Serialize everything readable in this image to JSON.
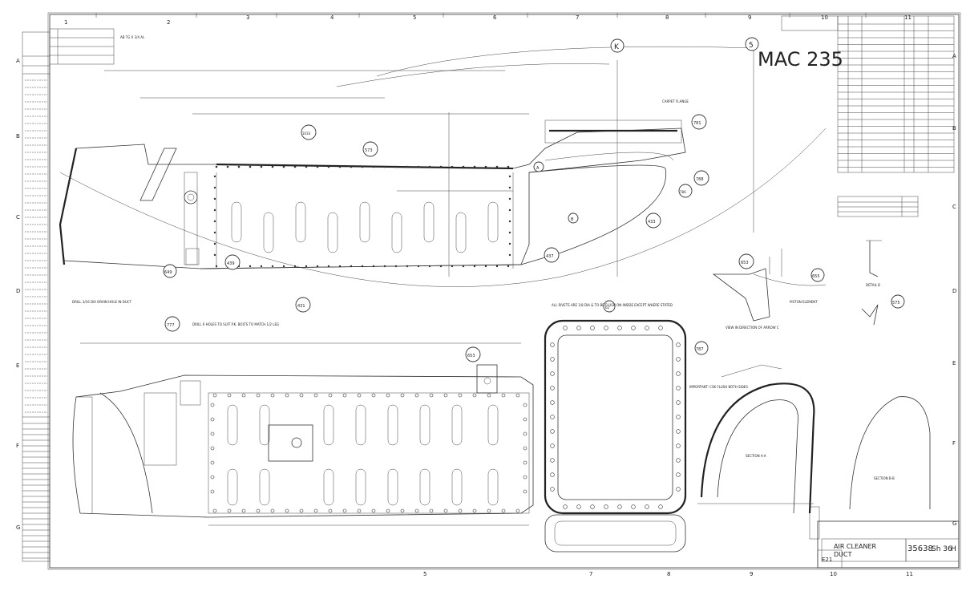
{
  "drawing": {
    "number_mark": "MAC 235",
    "title_line1": "AIR CLEANER",
    "title_line2": "DUCT",
    "sheet_number": "35638",
    "sheet_code": "Sh 36",
    "rev_letter": "H",
    "block_code": "E21",
    "zone_top": [
      "1",
      "2",
      "3",
      "4",
      "5",
      "6",
      "7",
      "8",
      "9",
      "10",
      "11"
    ],
    "zone_bottom": [
      "5",
      "7",
      "8",
      "9",
      "10",
      "11"
    ],
    "zone_left": [
      "A",
      "B",
      "C",
      "D",
      "E",
      "F",
      "G"
    ],
    "zone_right": [
      "A",
      "B",
      "C",
      "D",
      "E",
      "F",
      "G"
    ]
  },
  "callouts": {
    "k": "K",
    "five": "5",
    "a": "A",
    "b": "B",
    "c573": "573",
    "c1033": "1033",
    "c781": "781",
    "c788": "788",
    "c786": "786",
    "c433": "433",
    "c437": "437",
    "c439": "439",
    "c431": "431",
    "c649": "649",
    "c777": "777",
    "c653a": "653",
    "c653b": "653",
    "c655": "655",
    "c575": "575",
    "c787": "787",
    "c62": "62"
  },
  "notes": {
    "n_top1": "AB TG X 3/4 AL",
    "n_top2": "AL",
    "n_drill": "DRILL 3/16 DIA DRAIN HOLE IN DUCT",
    "n_rivets": "ALL RIVETS ARE 1/8 DIA & TO BE FLUSH ON INSIDE EXCEPT WHERE STATED",
    "n_view": "VIEW IN DIRECTION OF ARROW C",
    "n_section_a": "SECTION A-A",
    "n_section_b": "SECTION B-B",
    "n_detail": "DETAIL B",
    "n_carpet": "CARPET FLANGE",
    "n_important": "IMPORTANT: CSK FLUSH BOTH SIDES",
    "n_piston": "PISTON ELEMENT",
    "n_holes": "DRILL 6 HOLES TO SUIT P.K. BOLTS TO MATCH 1/2 LEG"
  }
}
